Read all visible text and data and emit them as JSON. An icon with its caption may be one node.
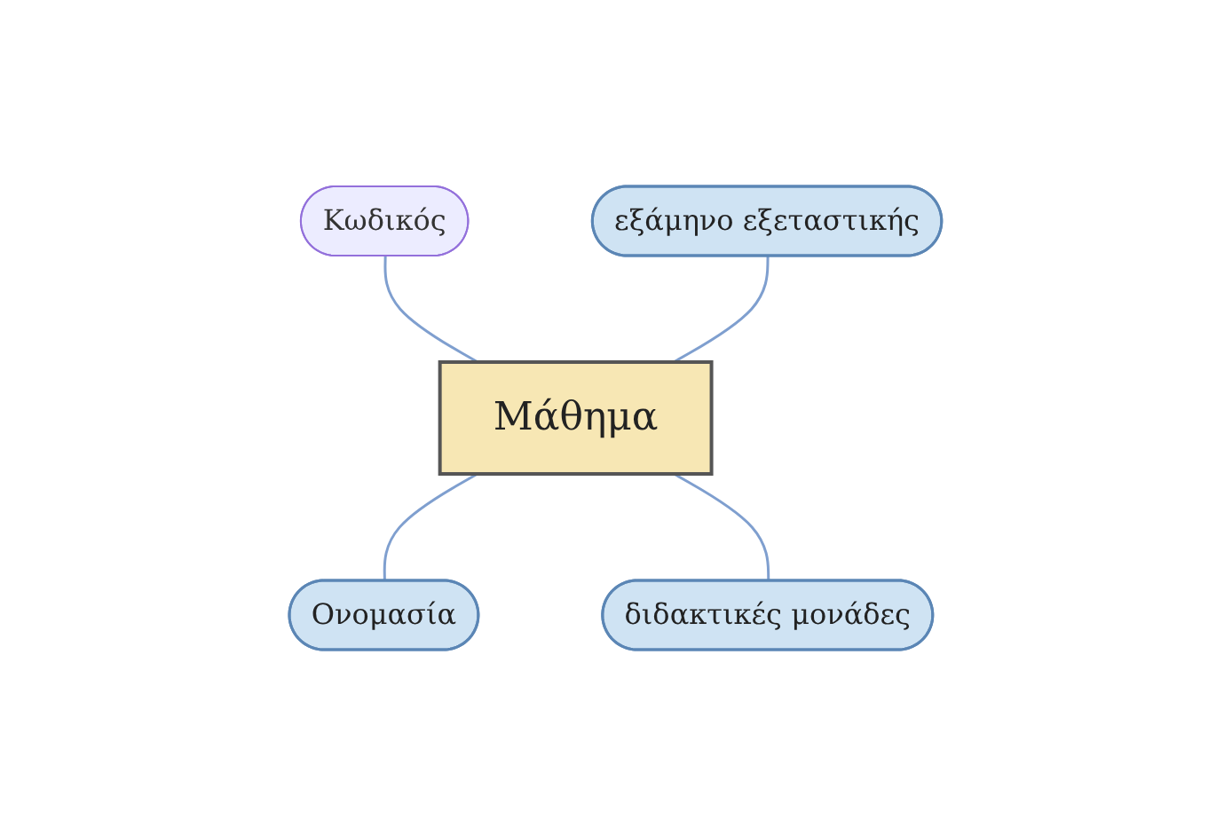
{
  "diagram": {
    "nodes": [
      {
        "text": [
          "Μάθημα"
        ]
      },
      {
        "text": [
          "Κωδικός"
        ]
      },
      {
        "text": [
          "εξάμηνο εξεταστικής"
        ]
      },
      {
        "text": [
          "Ονομασία"
        ]
      },
      {
        "text": [
          "διδακτικές μονάδες"
        ]
      }
    ],
    "edges": [
      {
        "from": 1,
        "to": 0,
        "arrow": "none"
      },
      {
        "from": 2,
        "to": 0,
        "arrow": "none"
      },
      {
        "from": 0,
        "to": 3,
        "arrow": "none"
      },
      {
        "from": 0,
        "to": 4,
        "arrow": "none"
      }
    ]
  }
}
